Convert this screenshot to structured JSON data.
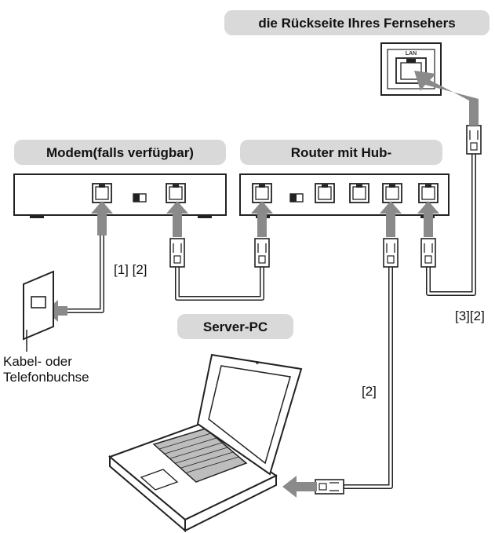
{
  "headings": {
    "tv_back": "die Rückseite Ihres Fernsehers",
    "modem": "Modem(falls verfügbar)",
    "router": "Router mit Hub-",
    "server_pc": "Server-PC"
  },
  "port_label": "LAN",
  "cable_labels": {
    "modem_router": "[1] [2]",
    "router_tv": "[3][2]",
    "router_pc": "[2]"
  },
  "wall_socket": {
    "line1": "Kabel- oder",
    "line2": "Telefonbuchse"
  },
  "colors": {
    "pill": "#d9d9d9",
    "cable": "#9a9a9a",
    "arrow": "#8a8a8a",
    "outline": "#222222"
  }
}
